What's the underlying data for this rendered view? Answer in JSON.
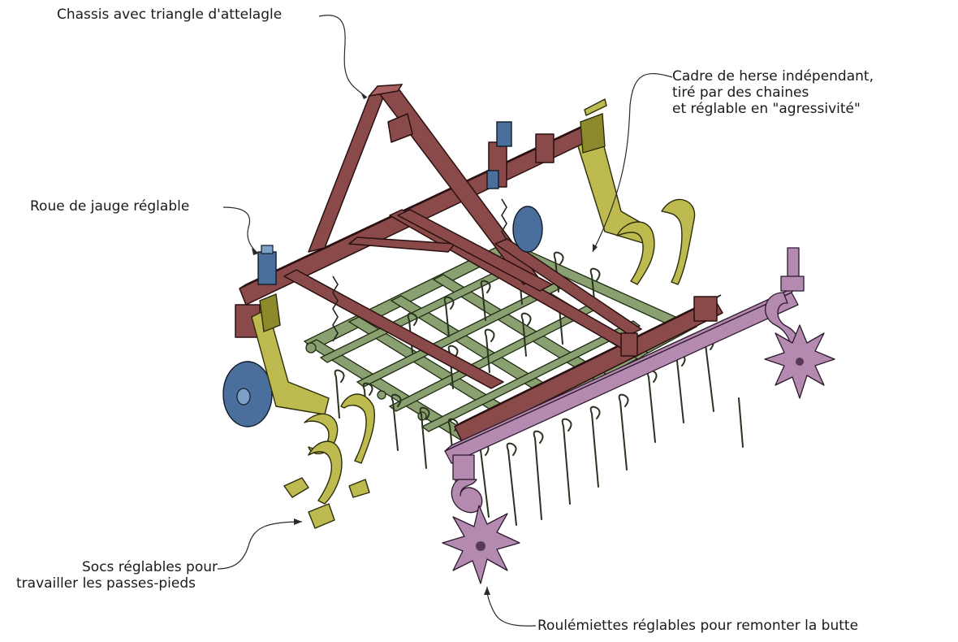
{
  "labels": {
    "chassis": "Chassis avec triangle d'attelagle",
    "harrow_line1": "Cadre de herse indépendant,",
    "harrow_line2": "tiré par des chaines",
    "harrow_line3": "et réglable en \"agressivité\"",
    "gauge_wheel": "Roue de jauge réglable",
    "shares_line1": "Socs réglables pour",
    "shares_line2": "travailler les passes-pieds",
    "crumbler": "Roulémiettes réglables pour remonter la butte"
  },
  "colors": {
    "frame": "#8a4a4a",
    "harrow": "#8aa070",
    "shares": "#bdbb4f",
    "crumbler": "#b48ab0",
    "wheel": "#4a6f9c"
  }
}
